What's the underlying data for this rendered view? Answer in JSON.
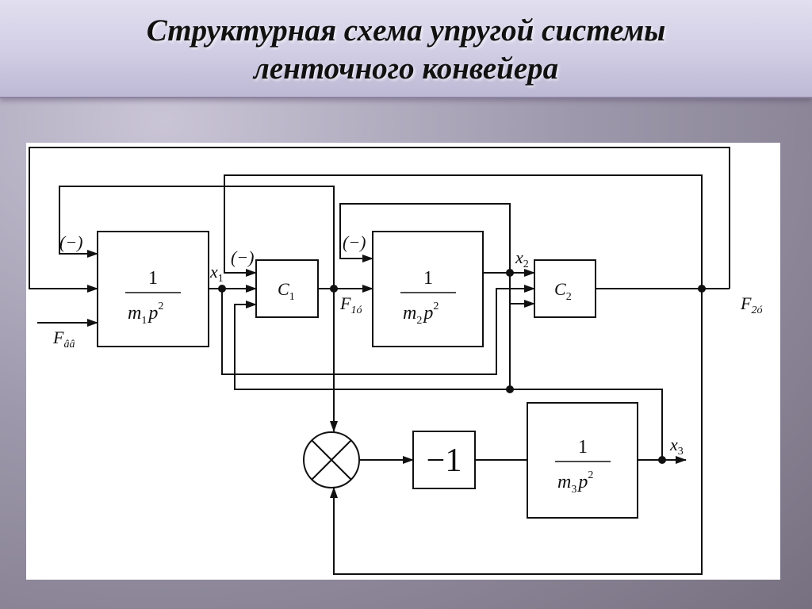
{
  "slide": {
    "title_line1": "Структурная схема упругой системы",
    "title_line2": "ленточного конвейера"
  },
  "diagram": {
    "block1": {
      "numerator": "1",
      "denominator": "m",
      "denominator_sub": "1",
      "denominator_var": "p",
      "denominator_exp": "2"
    },
    "block2": {
      "numerator": "1",
      "denominator": "m",
      "denominator_sub": "2",
      "denominator_var": "p",
      "denominator_exp": "2"
    },
    "block3": {
      "numerator": "1",
      "denominator": "m",
      "denominator_sub": "3",
      "denominator_var": "p",
      "denominator_exp": "2"
    },
    "c1": {
      "label": "C",
      "sub": "1"
    },
    "c2": {
      "label": "C",
      "sub": "2"
    },
    "gain": {
      "label": "−1"
    },
    "neg_sign": "(−)",
    "signals": {
      "x1": "x",
      "x1_sub": "1",
      "x2": "x",
      "x2_sub": "2",
      "x3": "x",
      "x3_sub": "3",
      "f1": "F",
      "f1_sub": "1ó",
      "f2": "F",
      "f2_sub": "2ó",
      "fin": "F",
      "fin_sub": "ââ"
    }
  }
}
